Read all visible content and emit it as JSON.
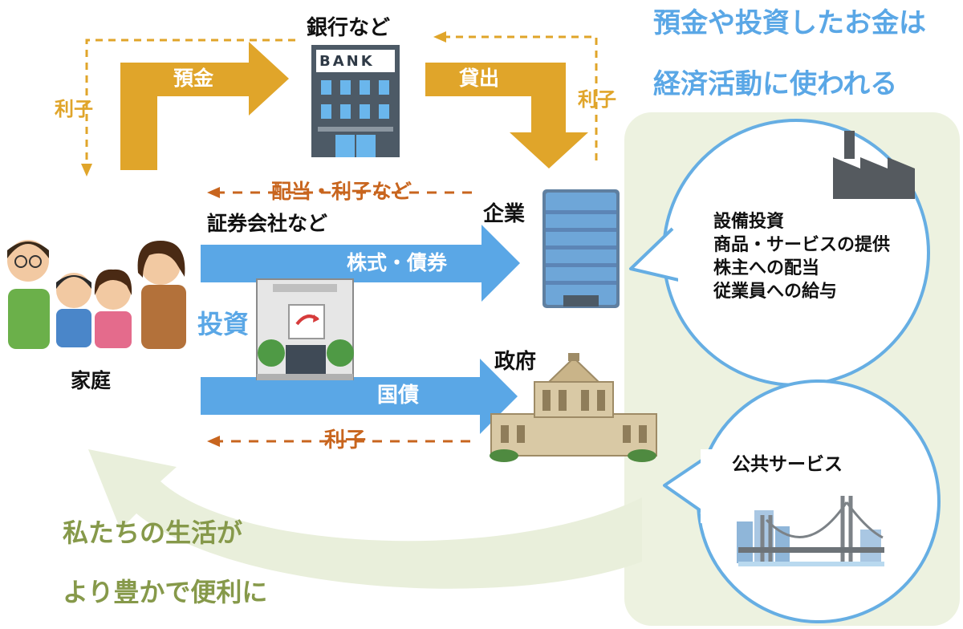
{
  "header": {
    "line1": "預金や投資したお金は",
    "line2": "経済活動に使われる"
  },
  "bank": {
    "title": "銀行など",
    "sign": "BANK",
    "deposit": "預金",
    "loan": "貸出",
    "interest_left": "利子",
    "interest_right": "利子"
  },
  "household": {
    "label": "家庭"
  },
  "securities": {
    "title": "証券会社など",
    "dividend": "配当・利子など",
    "stocks": "株式・債券",
    "investment": "投資"
  },
  "company": {
    "label": "企業",
    "uses": [
      "設備投資",
      "商品・サービスの提供",
      "株主への配当",
      "従業員への給与"
    ]
  },
  "government": {
    "label": "政府",
    "bonds": "国債",
    "interest": "利子",
    "service": "公共サービス"
  },
  "footer": {
    "line1": "私たちの生活が",
    "line2": "より豊かで便利に"
  },
  "colors": {
    "gold": "#e0a52a",
    "orange": "#c8651e",
    "blue": "#5aa7e6",
    "green_text": "#86994a",
    "green_panel": "#edf2e0",
    "bubble_border": "#66aee3"
  },
  "icons": [
    "bank-building-icon",
    "family-icon",
    "stock-exchange-icon",
    "office-tower-icon",
    "parliament-building-icon",
    "factory-icon",
    "bridge-city-icon"
  ]
}
